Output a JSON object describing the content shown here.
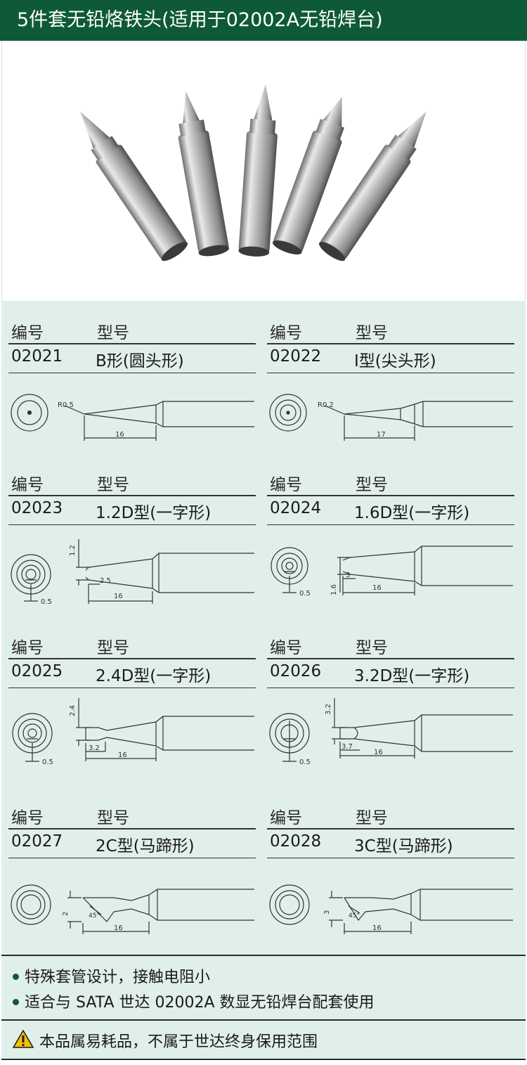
{
  "title": "5件套无铅烙铁头(适用于02002A无铅焊台)",
  "labels": {
    "code": "编号",
    "type": "型号"
  },
  "products": [
    {
      "code": "02021",
      "type": "B形(圆头形)",
      "dims": [
        "R0.5",
        "16"
      ]
    },
    {
      "code": "02022",
      "type": "I型(尖头形)",
      "dims": [
        "R0.2",
        "17"
      ]
    },
    {
      "code": "02023",
      "type": "1.2D型(一字形)",
      "dims": [
        "1.2",
        "2.5",
        "16",
        "0.5"
      ]
    },
    {
      "code": "02024",
      "type": "1.6D型(一字形)",
      "dims": [
        "1.6",
        "3",
        "16",
        "0.5"
      ]
    },
    {
      "code": "02025",
      "type": "2.4D型(一字形)",
      "dims": [
        "2.4",
        "3.2",
        "16",
        "0.5"
      ]
    },
    {
      "code": "02026",
      "type": "3.2D型(一字形)",
      "dims": [
        "3.2",
        "3.7",
        "16",
        "0.5"
      ]
    },
    {
      "code": "02027",
      "type": "2C型(马蹄形)",
      "dims": [
        "2",
        "45°",
        "16"
      ]
    },
    {
      "code": "02028",
      "type": "3C型(马蹄形)",
      "dims": [
        "3",
        "45°",
        "16"
      ]
    }
  ],
  "features": [
    "特殊套管设计，接触电阻小",
    "适合与 SATA 世达 02002A 数显无铅焊台配套使用"
  ],
  "warning": "本品属易耗品，不属于世达终身保用范围",
  "colors": {
    "header_bg": "#0f5a36",
    "panel_bg": "#e1efea",
    "bullet": "#0f5a36",
    "warning_icon": "#f2c200"
  },
  "icons": {
    "bullet": "bullet-dot-icon",
    "warning": "warning-triangle-icon"
  }
}
